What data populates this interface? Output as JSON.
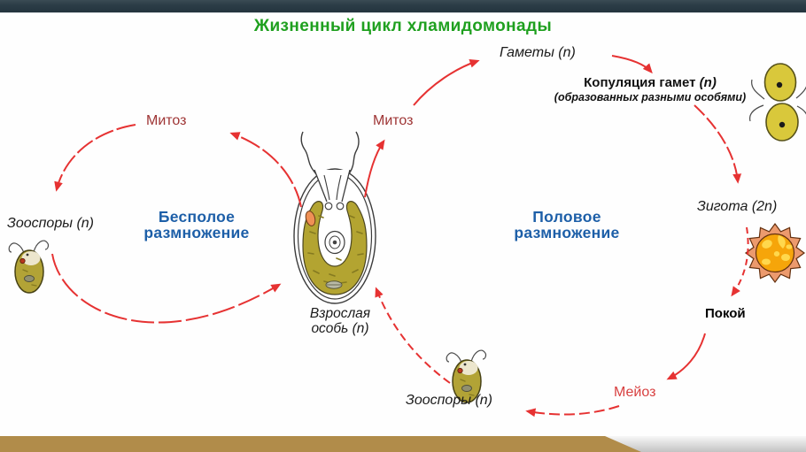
{
  "slide": {
    "title": "Жизненный цикл хламидомонады",
    "colors": {
      "title_green": "#1fa01f",
      "heading_blue": "#1d5fa8",
      "arrow_red": "#e63232",
      "mitosis_maroon": "#9e3434",
      "meiosis_red": "#d84040",
      "top_bar_slate": "#2c3d47",
      "bottom_bar_gold": "#b18c4a",
      "cell_olive": "#b2a336",
      "gamete_yellow": "#d9c83b",
      "zygote_orange": "#f6a50a",
      "zygote_rim_salmon": "#ec9a6d"
    }
  },
  "left_cycle": {
    "heading": {
      "line1": "Бесполое",
      "line2": "размножение"
    },
    "mitosis": "Митоз",
    "zoospores": "Зооспоры (n)"
  },
  "center": {
    "mitosis": "Митоз",
    "adult": {
      "line1": "Взрослая",
      "line2": "особь (n)"
    }
  },
  "right_cycle": {
    "heading": {
      "line1": "Половое",
      "line2": "размножение"
    },
    "gametes": "Гаметы (n)",
    "copulation": {
      "label": "Копуляция гамет",
      "ploidy": "(n)",
      "note": "(образованных разными особями)"
    },
    "zygote": "Зигота (2n)",
    "rest": "Покой",
    "meiosis": "Мейоз",
    "zoospores": "Зооспоры (n)"
  }
}
